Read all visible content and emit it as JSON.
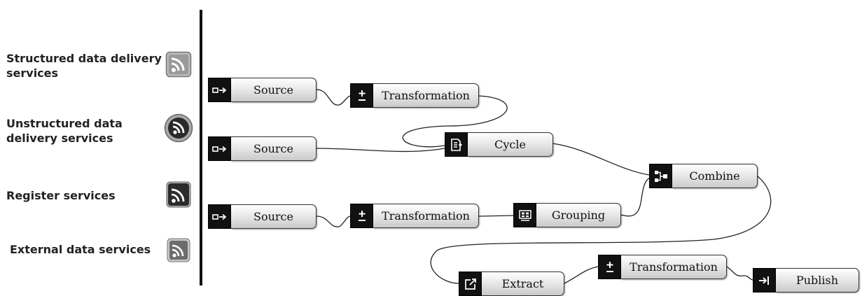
{
  "legend": [
    {
      "label": "Structured data delivery\nservices",
      "icon": "rss-icon-square-gray"
    },
    {
      "label": "Unstructured data\ndelivery services",
      "icon": "rss-icon-round"
    },
    {
      "label": "Register services",
      "icon": "rss-icon-square-dark"
    },
    {
      "label": "External data services",
      "icon": "rss-icon-square-light"
    }
  ],
  "nodes": [
    {
      "id": "source-1",
      "label": "Source",
      "icon": "source-icon"
    },
    {
      "id": "transformation-1",
      "label": "Transformation",
      "icon": "plus-minus-icon"
    },
    {
      "id": "source-2",
      "label": "Source",
      "icon": "source-icon"
    },
    {
      "id": "cycle",
      "label": "Cycle",
      "icon": "cycle-icon"
    },
    {
      "id": "combine",
      "label": "Combine",
      "icon": "combine-icon"
    },
    {
      "id": "source-3",
      "label": "Source",
      "icon": "source-icon"
    },
    {
      "id": "transformation-2",
      "label": "Transformation",
      "icon": "plus-minus-icon"
    },
    {
      "id": "grouping",
      "label": "Grouping",
      "icon": "grouping-icon"
    },
    {
      "id": "extract",
      "label": "Extract",
      "icon": "extract-icon"
    },
    {
      "id": "transformation-3",
      "label": "Transformation",
      "icon": "plus-minus-icon"
    },
    {
      "id": "publish",
      "label": "Publish",
      "icon": "publish-icon"
    }
  ],
  "connections": [
    [
      "source-1",
      "transformation-1"
    ],
    [
      "transformation-1",
      "cycle"
    ],
    [
      "source-2",
      "cycle"
    ],
    [
      "cycle",
      "combine"
    ],
    [
      "source-3",
      "transformation-2"
    ],
    [
      "transformation-2",
      "grouping"
    ],
    [
      "grouping",
      "combine"
    ],
    [
      "combine",
      "extract"
    ],
    [
      "extract",
      "transformation-3"
    ],
    [
      "transformation-3",
      "publish"
    ]
  ]
}
